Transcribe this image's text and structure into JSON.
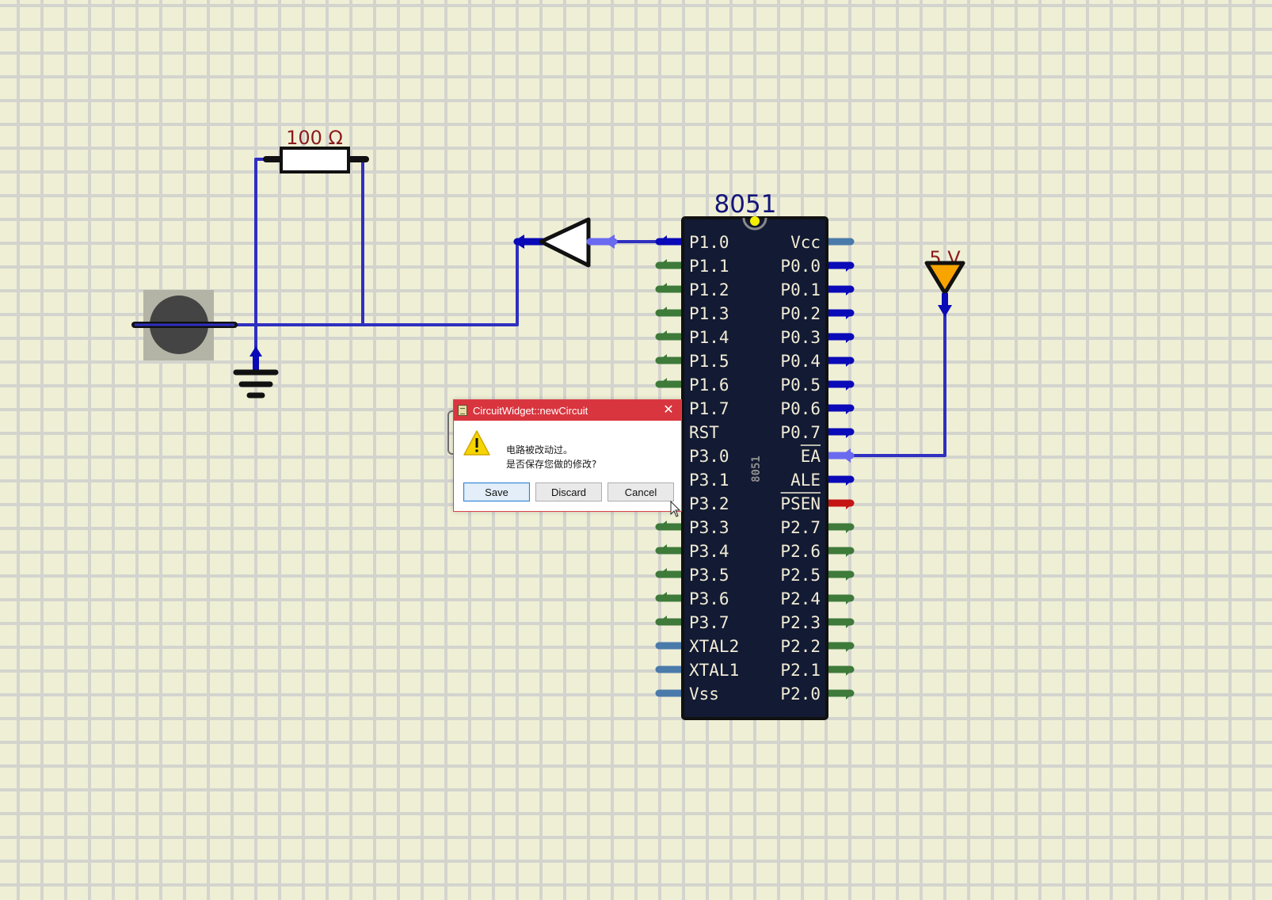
{
  "canvas": {
    "colors": {
      "background": "#efefd6",
      "grid": "#d4d4ce",
      "wire": "#2f2fc0",
      "wire_light": "#6a6af0",
      "pin_output": "#0a0ab8",
      "pin_input": "#3e7a3a",
      "pin_power": "#4a7aaa",
      "pin_red": "#c41414",
      "chip_body": "#131a33"
    }
  },
  "components": {
    "resistor": {
      "value_label": "100 Ω"
    },
    "voltage_source": {
      "value_label": "5 V"
    },
    "chip": {
      "title": "8051",
      "vertical_label": "8051",
      "left_pins": [
        {
          "name": "P1.0",
          "state": "connected"
        },
        {
          "name": "P1.1",
          "state": "input"
        },
        {
          "name": "P1.2",
          "state": "input"
        },
        {
          "name": "P1.3",
          "state": "input"
        },
        {
          "name": "P1.4",
          "state": "input"
        },
        {
          "name": "P1.5",
          "state": "input"
        },
        {
          "name": "P1.6",
          "state": "input"
        },
        {
          "name": "P1.7",
          "state": "input"
        },
        {
          "name": "RST",
          "state": "input"
        },
        {
          "name": "P3.0",
          "state": "input"
        },
        {
          "name": "P3.1",
          "state": "input"
        },
        {
          "name": "P3.2",
          "state": "input"
        },
        {
          "name": "P3.3",
          "state": "input"
        },
        {
          "name": "P3.4",
          "state": "input"
        },
        {
          "name": "P3.5",
          "state": "input"
        },
        {
          "name": "P3.6",
          "state": "input"
        },
        {
          "name": "P3.7",
          "state": "input"
        },
        {
          "name": "XTAL2",
          "state": "power"
        },
        {
          "name": "XTAL1",
          "state": "power"
        },
        {
          "name": "Vss",
          "state": "power"
        }
      ],
      "right_pins": [
        {
          "name": "Vcc",
          "state": "power",
          "overline": false
        },
        {
          "name": "P0.0",
          "state": "output",
          "overline": false
        },
        {
          "name": "P0.1",
          "state": "output",
          "overline": false
        },
        {
          "name": "P0.2",
          "state": "output",
          "overline": false
        },
        {
          "name": "P0.3",
          "state": "output",
          "overline": false
        },
        {
          "name": "P0.4",
          "state": "output",
          "overline": false
        },
        {
          "name": "P0.5",
          "state": "output",
          "overline": false
        },
        {
          "name": "P0.6",
          "state": "output",
          "overline": false
        },
        {
          "name": "P0.7",
          "state": "output",
          "overline": false
        },
        {
          "name": "EA",
          "state": "connected",
          "overline": true
        },
        {
          "name": "ALE",
          "state": "output",
          "overline": false
        },
        {
          "name": "PSEN",
          "state": "red",
          "overline": true
        },
        {
          "name": "P2.7",
          "state": "input",
          "overline": false
        },
        {
          "name": "P2.6",
          "state": "input",
          "overline": false
        },
        {
          "name": "P2.5",
          "state": "input",
          "overline": false
        },
        {
          "name": "P2.4",
          "state": "input",
          "overline": false
        },
        {
          "name": "P2.3",
          "state": "input",
          "overline": false
        },
        {
          "name": "P2.2",
          "state": "input",
          "overline": false
        },
        {
          "name": "P2.1",
          "state": "input",
          "overline": false
        },
        {
          "name": "P2.0",
          "state": "input",
          "overline": false
        }
      ]
    }
  },
  "dialog": {
    "title": "CircuitWidget::newCircuit",
    "icon": "warning-icon",
    "message_line1": "电路被改动过。",
    "message_line2": "是否保存您做的修改?",
    "buttons": {
      "save": "Save",
      "discard": "Discard",
      "cancel": "Cancel"
    },
    "default_button": "save",
    "close_glyph": "✕"
  }
}
